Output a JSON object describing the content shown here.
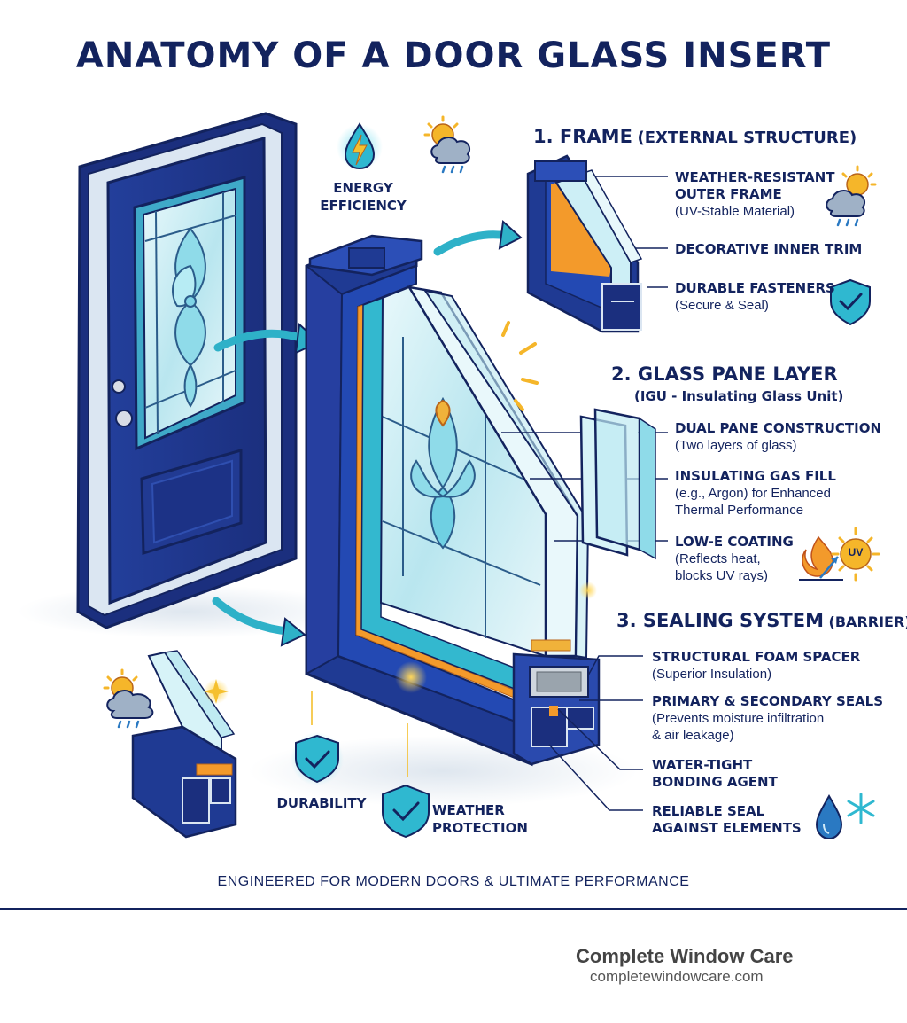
{
  "title": "ANATOMY OF A DOOR GLASS INSERT",
  "benefits": {
    "energy": [
      "ENERGY",
      "EFFICIENCY"
    ],
    "durability": "DURABILITY",
    "weather": [
      "WEATHER",
      "PROTECTION"
    ]
  },
  "sections": {
    "frame": {
      "number": "1. FRAME",
      "subtitle": "(EXTERNAL STRUCTURE)",
      "items": [
        {
          "title": [
            "WEATHER-RESISTANT",
            "OUTER FRAME"
          ],
          "desc": [
            "(UV-Stable Material)"
          ]
        },
        {
          "title": [
            "DECORATIVE INNER TRIM"
          ],
          "desc": []
        },
        {
          "title": [
            "DURABLE FASTENERS"
          ],
          "desc": [
            "(Secure & Seal)"
          ]
        }
      ]
    },
    "glass": {
      "number": "2. GLASS PANE LAYER",
      "subtitle": "(IGU - Insulating Glass Unit)",
      "items": [
        {
          "title": [
            "DUAL PANE CONSTRUCTION"
          ],
          "desc": [
            "(Two layers of glass)"
          ]
        },
        {
          "title": [
            "INSULATING GAS FILL"
          ],
          "desc": [
            "(e.g., Argon) for Enhanced",
            "Thermal Performance"
          ]
        },
        {
          "title": [
            "LOW-E COATING"
          ],
          "desc": [
            "(Reflects heat,",
            "blocks UV rays)"
          ]
        }
      ]
    },
    "sealing": {
      "number": "3. SEALING SYSTEM",
      "subtitle": "(BARRIER)",
      "items": [
        {
          "title": [
            "STRUCTURAL FOAM SPACER"
          ],
          "desc": [
            "(Superior Insulation)"
          ]
        },
        {
          "title": [
            "PRIMARY & SECONDARY SEALS"
          ],
          "desc": [
            "(Prevents moisture infiltration",
            "& air leakage)"
          ]
        },
        {
          "title": [
            "WATER-TIGHT",
            "BONDING AGENT"
          ],
          "desc": []
        },
        {
          "title": [
            "RELIABLE SEAL",
            "AGAINST ELEMENTS"
          ],
          "desc": []
        }
      ]
    }
  },
  "uv_badge": "UV",
  "tagline": "ENGINEERED FOR MODERN DOORS & ULTIMATE PERFORMANCE",
  "brand": {
    "name": "Complete Window Care",
    "url": "completewindowcare.com"
  },
  "colors": {
    "navy": "#13235e",
    "door_blue": "#1f3a93",
    "teal": "#2ab3c9",
    "glass": "#bfeaf2",
    "orange": "#f39a2b"
  }
}
